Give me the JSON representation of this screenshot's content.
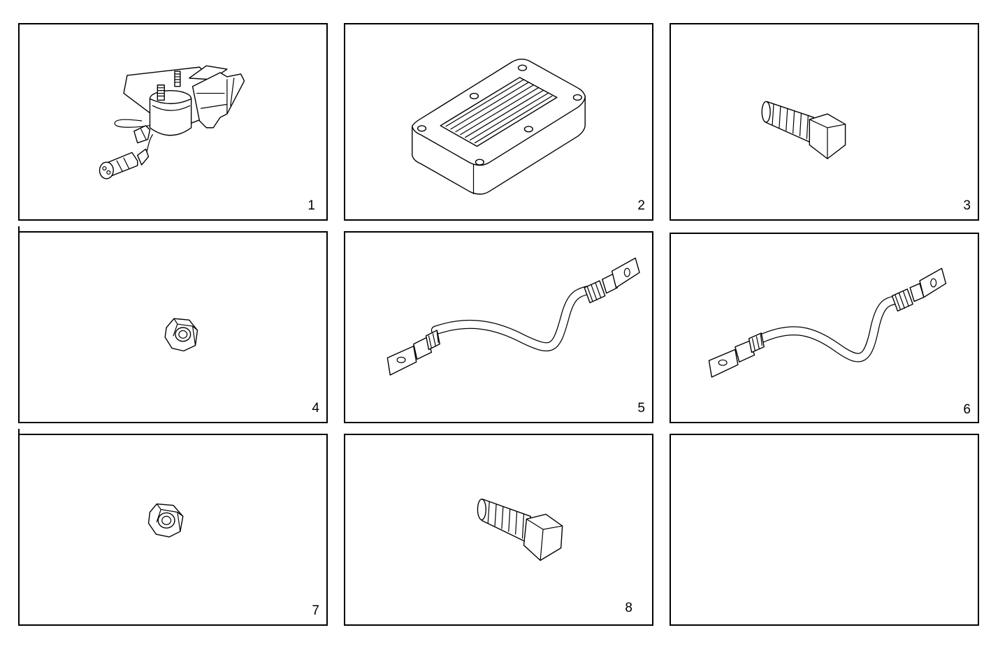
{
  "panels": [
    {
      "number": "1",
      "part": "switch-assembly"
    },
    {
      "number": "2",
      "part": "control-module"
    },
    {
      "number": "3",
      "part": "bolt"
    },
    {
      "number": "4",
      "part": "nut"
    },
    {
      "number": "5",
      "part": "battery-cable"
    },
    {
      "number": "6",
      "part": "battery-cable"
    },
    {
      "number": "7",
      "part": "nut"
    },
    {
      "number": "8",
      "part": "bolt"
    },
    {
      "number": "",
      "part": ""
    }
  ]
}
